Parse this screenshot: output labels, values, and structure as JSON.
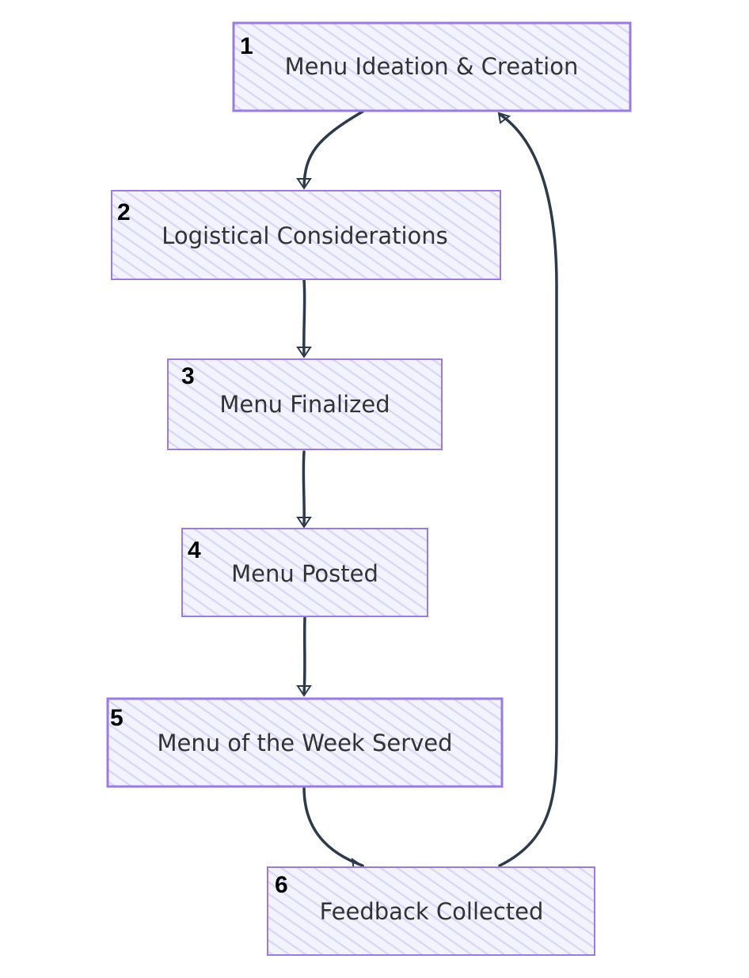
{
  "diagram": {
    "nodes": [
      {
        "id": "n1",
        "number": "1",
        "label": "Menu Ideation & Creation"
      },
      {
        "id": "n2",
        "number": "2",
        "label": "Logistical Considerations"
      },
      {
        "id": "n3",
        "number": "3",
        "label": "Menu Finalized"
      },
      {
        "id": "n4",
        "number": "4",
        "label": "Menu Posted"
      },
      {
        "id": "n5",
        "number": "5",
        "label": "Menu of the Week Served"
      },
      {
        "id": "n6",
        "number": "6",
        "label": "Feedback Collected"
      }
    ],
    "edges": [
      {
        "from": "n1",
        "to": "n2"
      },
      {
        "from": "n2",
        "to": "n3"
      },
      {
        "from": "n3",
        "to": "n4"
      },
      {
        "from": "n4",
        "to": "n5"
      },
      {
        "from": "n5",
        "to": "n6"
      },
      {
        "from": "n6",
        "to": "n1"
      }
    ],
    "colors": {
      "node_fill": "#ececff",
      "node_border": "#9b7be0",
      "edge": "#2c3a4b",
      "label_text": "#333333",
      "number_text": "#000000"
    }
  }
}
